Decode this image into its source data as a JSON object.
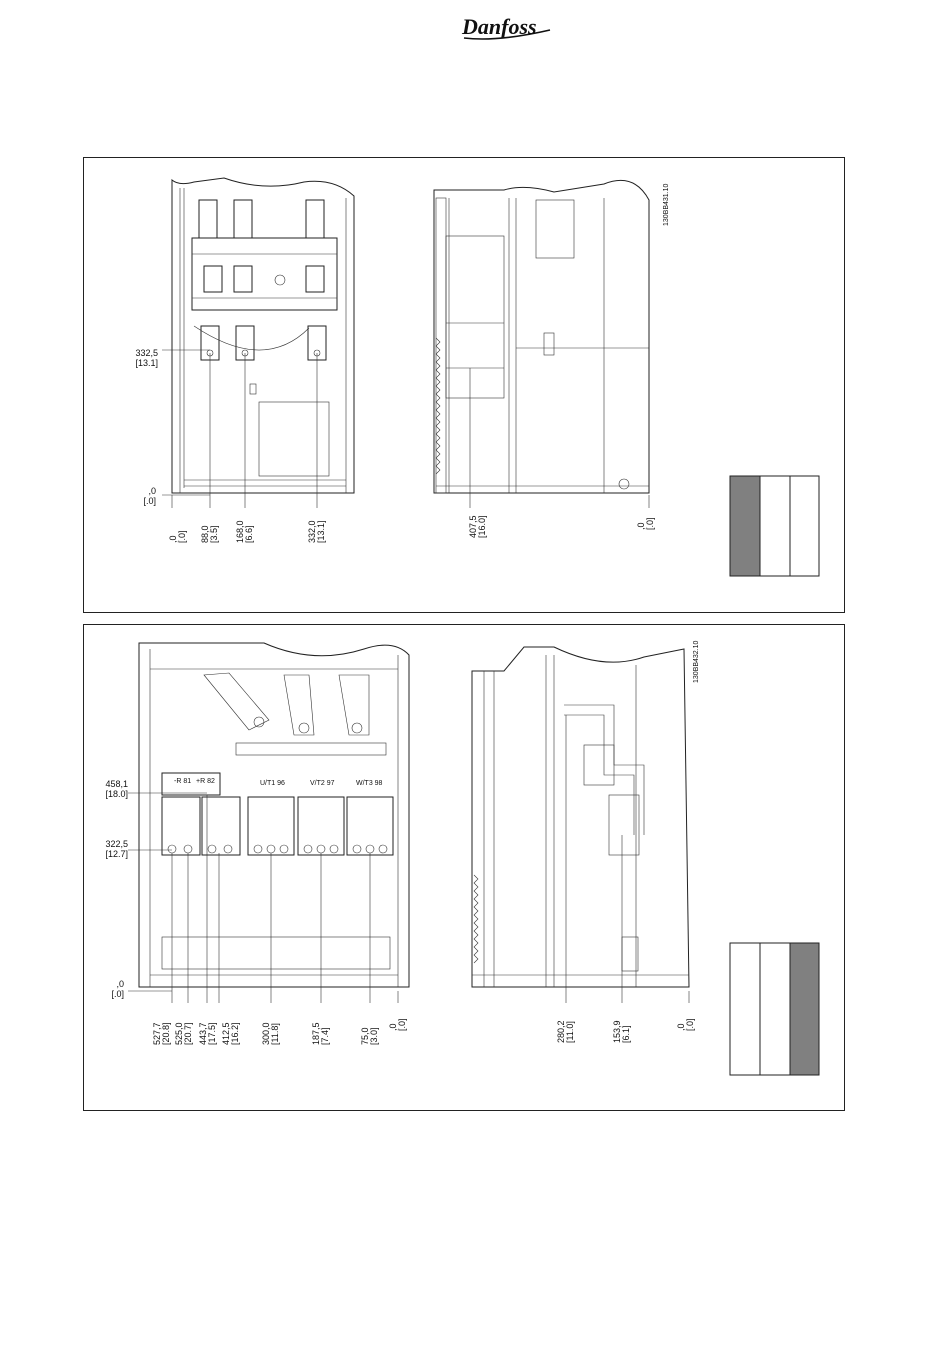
{
  "header": {
    "brand": "Danfoss"
  },
  "panel1": {
    "code": "130BB431.10",
    "front_left_labels": [
      {
        "value": "332,5",
        "inch": "[13.1]"
      },
      {
        "value": ",0",
        "inch": "[.0]"
      }
    ],
    "front_bottom_labels": [
      {
        "value": ",0",
        "inch": "[.0]"
      },
      {
        "value": "88,0",
        "inch": "[3.5]"
      },
      {
        "value": "168,0",
        "inch": "[6.6]"
      },
      {
        "value": "332,0",
        "inch": "[13.1]"
      }
    ],
    "side_bottom_labels": [
      {
        "value": "407,5",
        "inch": "[16.0]"
      },
      {
        "value": ",0",
        "inch": "[.0]"
      }
    ],
    "indicator": {
      "shaded_index": 0,
      "shade_color": "#808080"
    }
  },
  "panel2": {
    "code": "130BB432.10",
    "front_left_labels": [
      {
        "value": "458,1",
        "inch": "[18.0]"
      },
      {
        "value": "322,5",
        "inch": "[12.7]"
      },
      {
        "value": ",0",
        "inch": "[.0]"
      }
    ],
    "terminal_labels": [
      "U/T1 96",
      "V/T2 97",
      "W/T3 98"
    ],
    "aux_labels": [
      "-R 81",
      "+R 82"
    ],
    "front_bottom_labels": [
      {
        "value": "527,7",
        "inch": "[20.8]"
      },
      {
        "value": "525,0",
        "inch": "[20.7]"
      },
      {
        "value": "443,7",
        "inch": "[17.5]"
      },
      {
        "value": "412,5",
        "inch": "[16.2]"
      },
      {
        "value": "300,0",
        "inch": "[11.8]"
      },
      {
        "value": "187,5",
        "inch": "[7.4]"
      },
      {
        "value": "75,0",
        "inch": "[3.0]"
      },
      {
        "value": ",0",
        "inch": "[.0]"
      }
    ],
    "side_bottom_labels": [
      {
        "value": "280,2",
        "inch": "[11.0]"
      },
      {
        "value": "153,9",
        "inch": "[6.1]"
      },
      {
        "value": ",0",
        "inch": "[.0]"
      }
    ],
    "indicator": {
      "shaded_index": 2,
      "shade_color": "#808080"
    }
  }
}
